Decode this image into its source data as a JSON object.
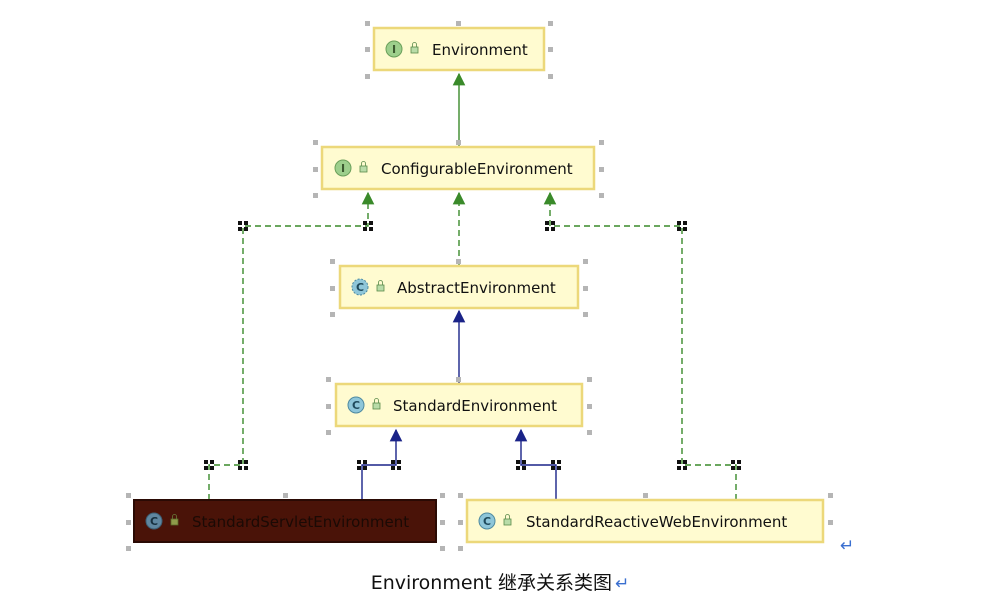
{
  "diagram": {
    "nodes": [
      {
        "id": "environment",
        "label": "Environment",
        "kind": "I"
      },
      {
        "id": "configurable",
        "label": "ConfigurableEnvironment",
        "kind": "I"
      },
      {
        "id": "abstract",
        "label": "AbstractEnvironment",
        "kind": "C"
      },
      {
        "id": "standard",
        "label": "StandardEnvironment",
        "kind": "C"
      },
      {
        "id": "servlet",
        "label": "StandardServletEnvironment",
        "kind": "C",
        "selected": true
      },
      {
        "id": "reactive",
        "label": "StandardReactiveWebEnvironment",
        "kind": "C"
      }
    ],
    "edges": [
      {
        "from": "configurable",
        "to": "environment",
        "type": "extends-interface"
      },
      {
        "from": "abstract",
        "to": "configurable",
        "type": "implements"
      },
      {
        "from": "servlet",
        "to": "configurable",
        "type": "implements"
      },
      {
        "from": "reactive",
        "to": "configurable",
        "type": "implements"
      },
      {
        "from": "standard",
        "to": "abstract",
        "type": "extends"
      },
      {
        "from": "servlet",
        "to": "standard",
        "type": "extends"
      },
      {
        "from": "reactive",
        "to": "standard",
        "type": "extends"
      }
    ],
    "colors": {
      "node_fill": "#fffbd0",
      "node_border": "#ecd87a",
      "selected_fill": "#4a1308",
      "interface_edge": "#3a8a2a",
      "class_edge": "#1a2388",
      "interface_badge": "#9dcf8c",
      "class_badge": "#8ec6d9"
    }
  },
  "caption": {
    "text": "Environment 继承关系类图",
    "return_mark": "↵"
  }
}
